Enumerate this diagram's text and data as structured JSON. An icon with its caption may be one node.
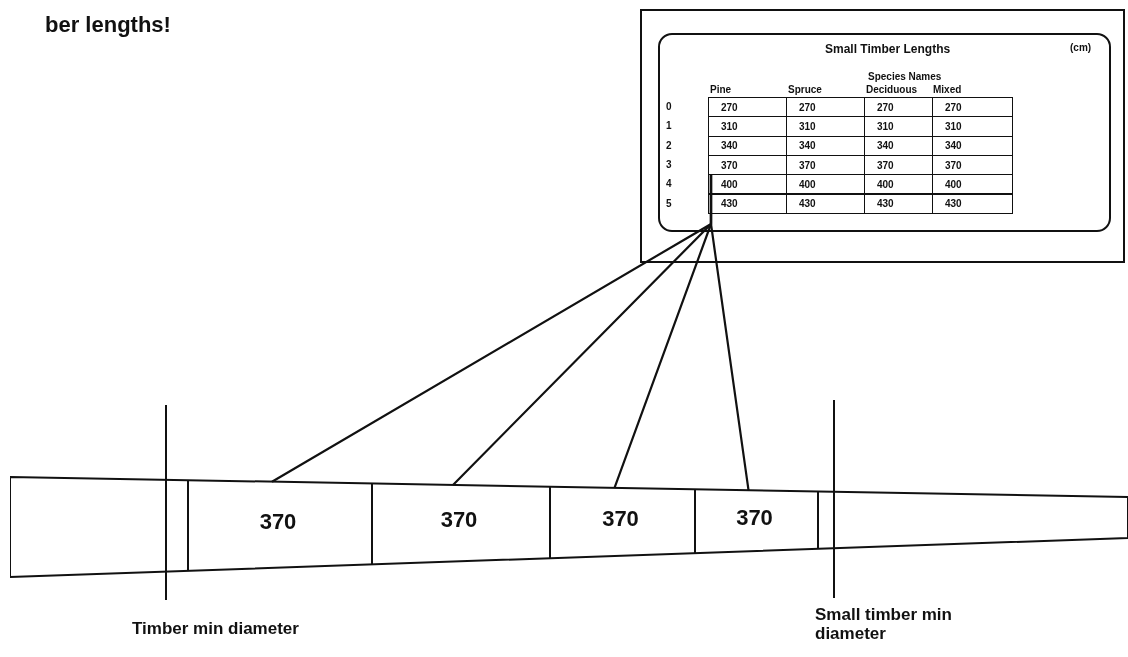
{
  "diagram": {
    "nodes": [
      {
        "text": [],
        "shape": "box"
      },
      {
        "text": [
          "Small Timber Lengths",
          "(cm)"
        ],
        "in": 0
      },
      {
        "text": [
          "370"
        ],
        "in": 1
      },
      {
        "text": [],
        "shape": "bar"
      },
      {
        "text": [
          "370"
        ],
        "in": 3
      },
      {
        "text": [
          "370"
        ],
        "in": 3
      },
      {
        "text": [
          "370"
        ],
        "in": 3
      },
      {
        "text": [
          "370"
        ],
        "in": 3
      }
    ],
    "edges": [
      {
        "from": 2,
        "to": 4,
        "arrow": "none"
      },
      {
        "from": 2,
        "to": 5,
        "arrow": "none"
      },
      {
        "from": 2,
        "to": 6,
        "arrow": "none"
      },
      {
        "from": 2,
        "to": 7,
        "arrow": "none"
      }
    ],
    "labels": [
      "ber lengths!",
      "Species Names",
      "Pine",
      "Spruce",
      "Deciduous",
      "Mixed",
      "0",
      "270",
      "270",
      "270",
      "270",
      "1",
      "310",
      "310",
      "310",
      "310",
      "2",
      "340",
      "340",
      "340",
      "340",
      "3",
      "370",
      "370",
      "370",
      "4",
      "400",
      "400",
      "400",
      "400",
      "5",
      "430",
      "430",
      "430",
      "430",
      "Timber min diameter",
      "Small timber min diameter"
    ]
  }
}
